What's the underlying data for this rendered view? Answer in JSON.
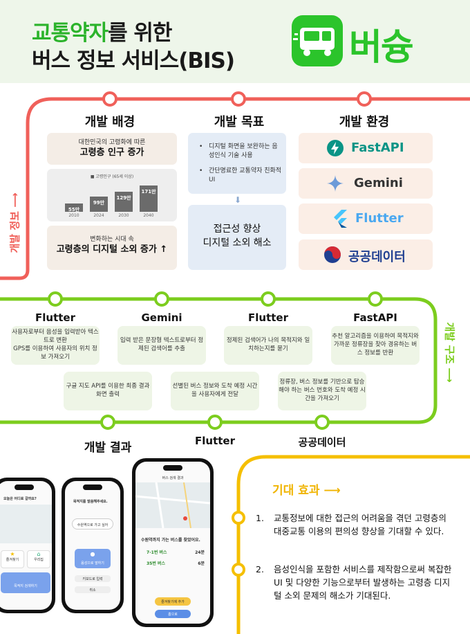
{
  "header": {
    "title_highlight": "교통약자",
    "title_rest": "를 위한",
    "title_line2": "버스 정보 서비스(BIS)",
    "logo_text": "버슝"
  },
  "side_labels": {
    "planning": "개발 정보 ⟶",
    "structure": "개발 구조 ⟶"
  },
  "background": {
    "title": "개발 배경",
    "card1_small": "대한민국의 고령화에 따른",
    "card1_main": "고령층 인구 증가",
    "chart_caption": "■ 고령인구 (65세 이상)",
    "card3_small": "변화하는 시대 속",
    "card3_main": "고령층의 디지털 소외 증가 ↑"
  },
  "chart_data": {
    "type": "bar",
    "categories": [
      "2010",
      "2024",
      "2030",
      "2040"
    ],
    "values": [
      55,
      99,
      129,
      171
    ],
    "labels": [
      "55만",
      "99만",
      "129만",
      "171만"
    ],
    "legend": "■ 고령인구 (65세 이상)"
  },
  "goal": {
    "title": "개발 목표",
    "bullets": [
      "디지털 화면을 보완하는 음성인식 기술 사용",
      "간단명료한 교통약자 친화적 UI"
    ],
    "arrow": "⬇",
    "result_line1": "접근성 향상",
    "result_line2": "디지털 소외 해소"
  },
  "env": {
    "title": "개발 환경",
    "items": [
      "FastAPI",
      "Gemini",
      "Flutter",
      "공공데이터"
    ]
  },
  "structure": {
    "top_titles": [
      "Flutter",
      "Gemini",
      "Flutter",
      "FastAPI"
    ],
    "top_boxes": [
      "사용자로부터 음성을 입력받아 텍스트로 변환\nGPS를 이용하여 사용자의 위치 정보 가져오기",
      "입력 받은 문장형 텍스트로부터 정제된 검색어를 추출",
      "정제된 검색어가 나의 목적지와 일치하는지를 묻기",
      "추천 알고리즘을 이용하여 목적지와 가까운 정류장을 찾아 경유하는 버스 정보를 반환"
    ],
    "bottom_boxes": [
      "구글 지도 API를 이용한 최종 결과 화면 출력",
      "선별된 버스 정보와 도착 예정 시간을 사용자에게 전달",
      "정류장, 버스 정보를 기반으로 탑승해야 하는 버스 번호와 도착 예정 시간을 가져오기"
    ],
    "bottom_titles": [
      "개발 결과",
      "Flutter",
      "공공데이터"
    ]
  },
  "phones": {
    "p1_header": "오늘은 어디로 갈까요?",
    "p1_btn1": "즐겨찾기",
    "p1_btn2": "우리집",
    "p1_btn3": "목적지 검색하기",
    "p2_header": "목적지를 말씀해주세요.",
    "p2_bubble": "수원역으로 가고 싶어",
    "p2_mic": "음성으로 말하기",
    "p2_btn1": "키보드로 입력",
    "p2_btn2": "취소",
    "p3_header": "버스 검색 결과",
    "p3_result_title": "수원역까지 가는 버스를 찾았어요.",
    "p3_routes": [
      {
        "name": "7-1번 버스",
        "time": "24분"
      },
      {
        "name": "35번 버스",
        "time": "6분"
      }
    ],
    "p3_btn1": "즐겨찾기에 추가",
    "p3_btn2": "홈으로"
  },
  "effects": {
    "title": "기대 효과 ⟶",
    "items": [
      {
        "num": "1.",
        "text": "교통정보에 대한 접근의 어려움을 겪던 고령층의 대중교통 이용의 편의성 향상을 기대할 수 있다."
      },
      {
        "num": "2.",
        "text": "음성인식을 포함한 서비스를 제작함으로써 복잡한 UI 및 다양한 기능으로부터 발생하는 고령층 디지털 소외 문제의 해소가 기대된다."
      }
    ]
  },
  "colors": {
    "red_line": "#f0605a",
    "green_line": "#7ccd1e",
    "yellow_line": "#f5bf00",
    "brand": "#2bc42b"
  }
}
